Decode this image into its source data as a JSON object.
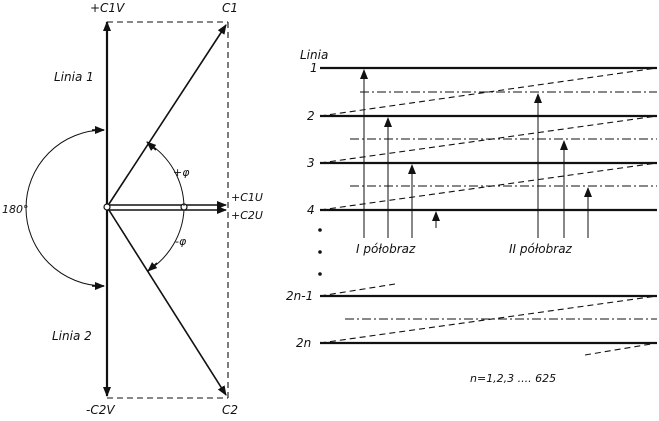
{
  "vector_diagram": {
    "labels": {
      "c1v": "+C1V",
      "c1": "C1",
      "c2v": "-C2V",
      "c2": "C2",
      "c1u": "+C1U",
      "c2u": "+C2U",
      "phi_pos": "+φ",
      "phi_neg": "-φ",
      "angle": "180°",
      "line1": "Linia 1",
      "line2": "Linia 2"
    }
  },
  "interlace_diagram": {
    "header": "Linia",
    "row_labels": [
      "1",
      "2",
      "3",
      "4",
      "2n-1",
      "2n"
    ],
    "field1": "I półobraz",
    "field2": "II półobraz",
    "formula": "n=1,2,3 .... 625"
  }
}
